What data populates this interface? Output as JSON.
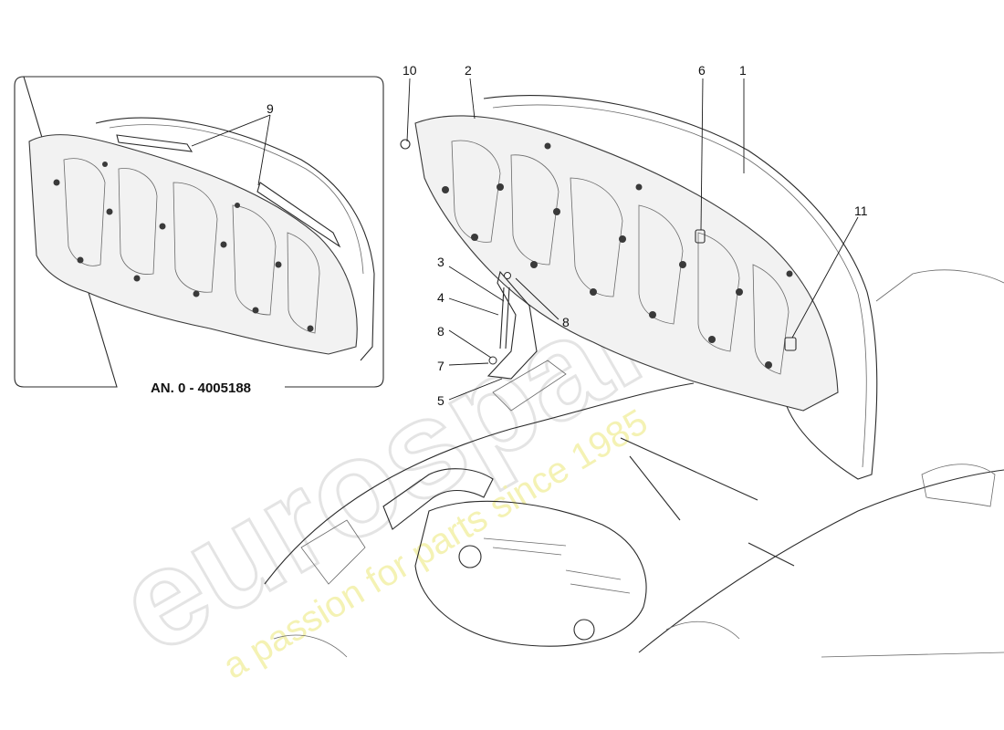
{
  "inset": {
    "title": "AN. 0 - 4005188",
    "callouts": [
      "9"
    ]
  },
  "callouts": {
    "c1": "1",
    "c2": "2",
    "c3": "3",
    "c4": "4",
    "c5": "5",
    "c6": "6",
    "c7": "7",
    "c8a": "8",
    "c8b": "8",
    "c10": "10",
    "c11": "11"
  },
  "watermark": {
    "brand": "eurospares",
    "tagline": "a passion for parts since 1985"
  },
  "colors": {
    "line": "#2b2b2b",
    "panel_fill": "#f2f2f2",
    "watermark_grey": "#e4e4e4",
    "watermark_yellow": "#f3f0a8"
  }
}
